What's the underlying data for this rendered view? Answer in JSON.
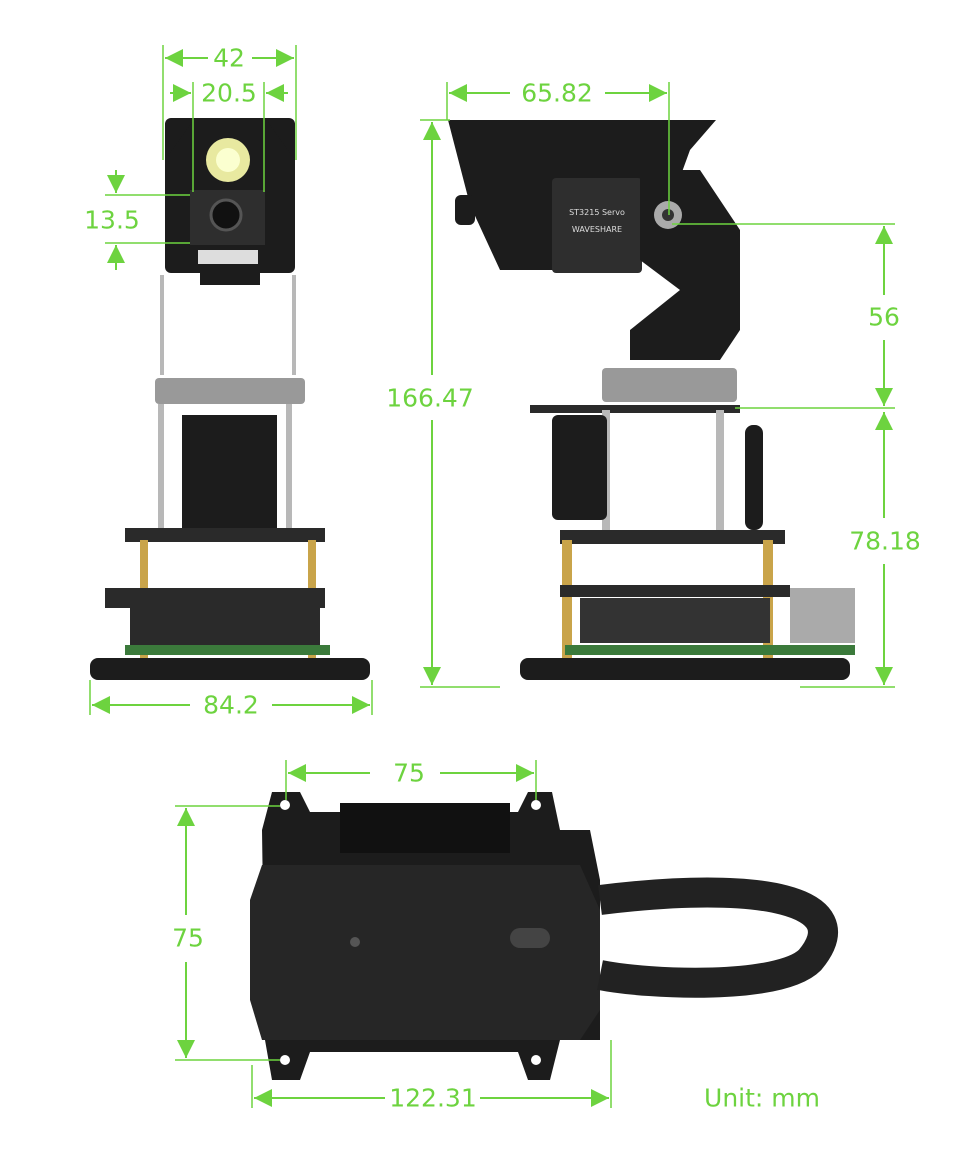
{
  "colors": {
    "dimension": "#6dd33f",
    "device": "#1c1c1c"
  },
  "dimensions": {
    "front_width": "42",
    "camera_width": "20.5",
    "camera_height": "13.5",
    "base_width": "84.2",
    "side_depth": "65.82",
    "total_height": "166.47",
    "upper_height": "56",
    "lower_height": "78.18",
    "top_hole_spacing_x": "75",
    "top_hole_spacing_y": "75",
    "top_length": "122.31"
  },
  "unit_label": "Unit: mm",
  "servo_label": "ST3215 Servo",
  "brand_label": "WAVESHARE"
}
